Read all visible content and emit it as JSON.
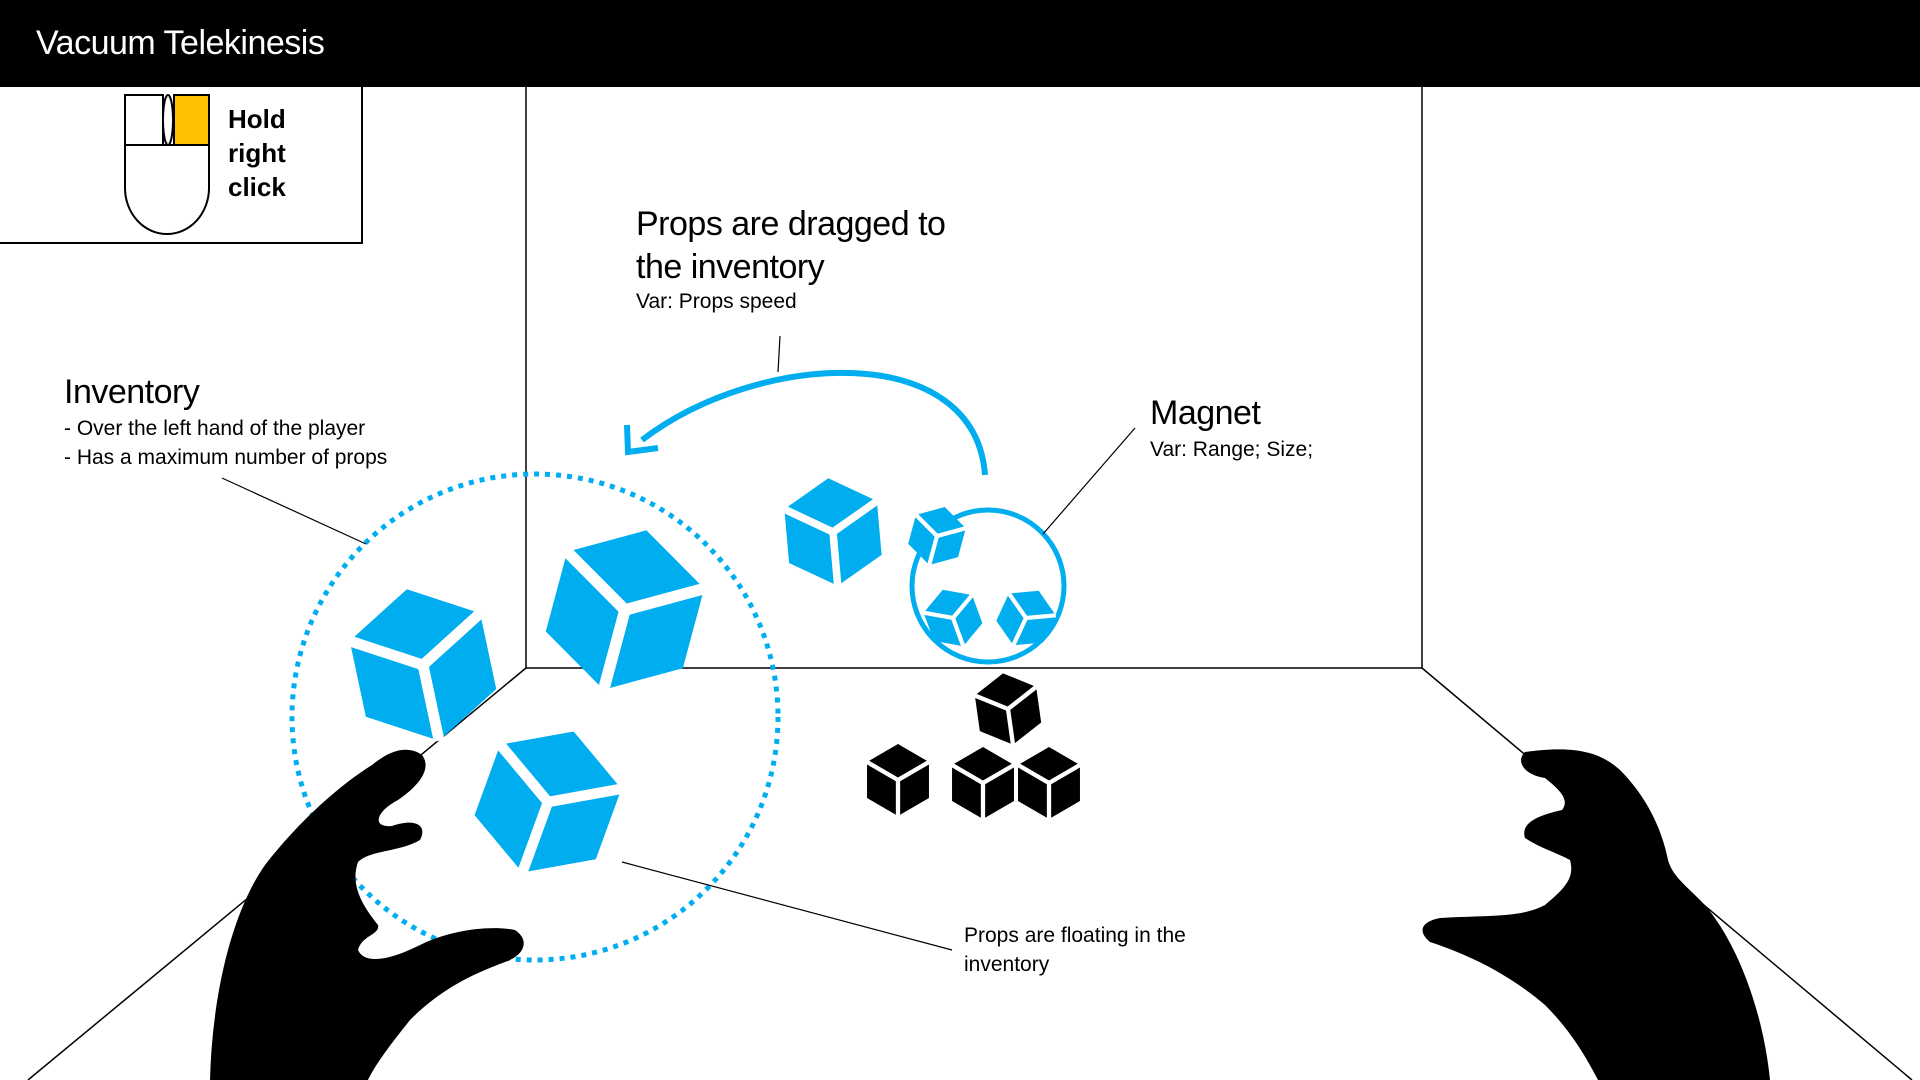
{
  "header": {
    "title": "Vacuum Telekinesis"
  },
  "controls": {
    "hint": [
      "Hold",
      "right",
      "click"
    ],
    "mouse_highlight_color": "#FFC000"
  },
  "annotations": {
    "drag": {
      "title_lines": [
        "Props are dragged to",
        "the inventory"
      ],
      "var": "Var: Props speed"
    },
    "magnet": {
      "title": "Magnet",
      "var": "Var: Range; Size;"
    },
    "inventory": {
      "title": "Inventory",
      "notes": [
        "- Over the left hand of the player",
        "- Has a maximum number of props"
      ]
    },
    "floating": {
      "lines": [
        "Props are floating in the",
        "inventory"
      ]
    }
  },
  "colors": {
    "prop_blue": "#00AEEF",
    "ink": "#000000",
    "background": "#FFFFFF"
  },
  "icons": [
    "mouse-icon",
    "hand-left",
    "hand-right",
    "cube-blue",
    "cube-black",
    "curved-arrow"
  ]
}
